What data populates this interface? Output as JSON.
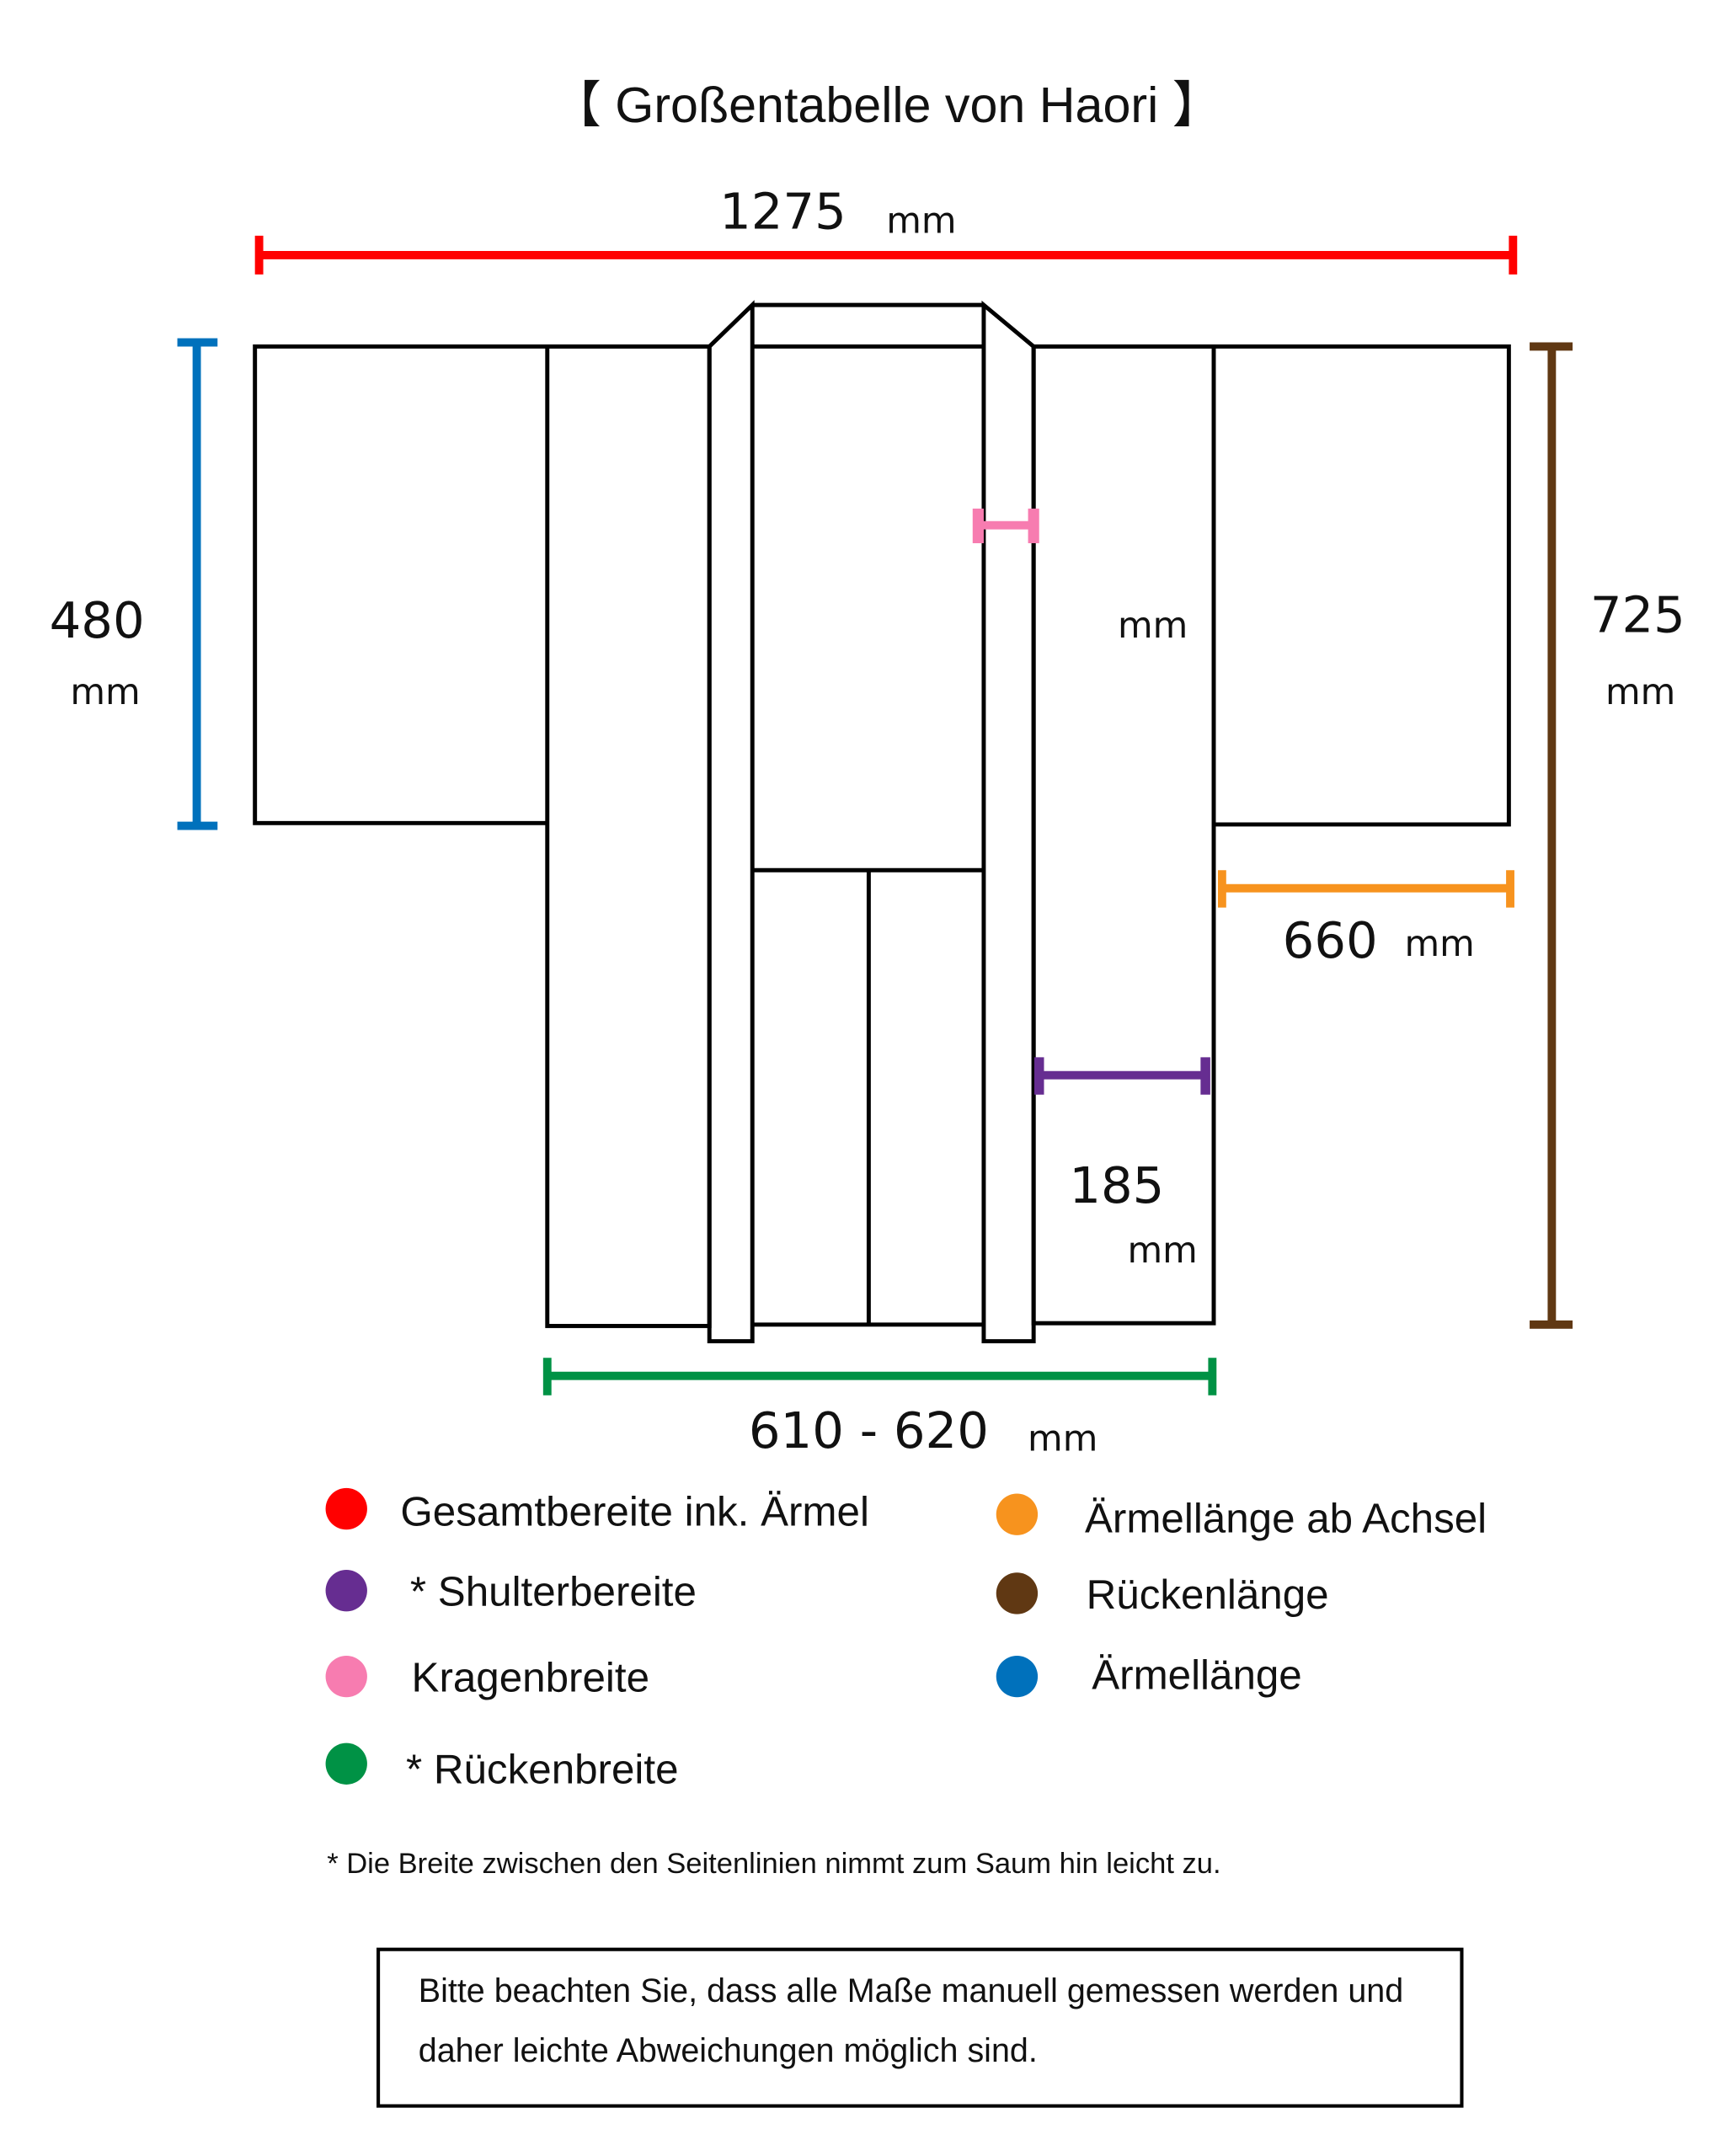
{
  "title": "【 Großentabelle von Haori 】",
  "unit": "mm",
  "measurements": {
    "total_width": "1275",
    "sleeve_length": "480",
    "back_length": "725",
    "sleeve_from_armpit": "660",
    "shoulder_width": "185",
    "collar_width": "",
    "back_width": "610 - 620"
  },
  "colors": {
    "red": "#ff0000",
    "purple": "#662d91",
    "pink": "#f77cb0",
    "green": "#009245",
    "orange": "#f7931e",
    "brown": "#603813",
    "blue": "#0071bc"
  },
  "legend": [
    {
      "label": "Gesamtbereite ink. Ärmel",
      "color": "#ff0000"
    },
    {
      "label": "* Shulterbereite",
      "color": "#662d91"
    },
    {
      "label": "Kragenbreite",
      "color": "#f77cb0"
    },
    {
      "label": "* Rückenbreite",
      "color": "#009245"
    },
    {
      "label": "Ärmellänge ab Achsel",
      "color": "#f7931e"
    },
    {
      "label": "Rückenlänge",
      "color": "#603813"
    },
    {
      "label": "Ärmellänge",
      "color": "#0071bc"
    }
  ],
  "footnote": "* Die Breite zwischen den Seitenlinien nimmt zum Saum hin leicht zu.",
  "notice": {
    "line1": "Bitte beachten Sie, dass alle Maße manuell gemessen werden und",
    "line2": "daher leichte Abweichungen möglich sind."
  }
}
